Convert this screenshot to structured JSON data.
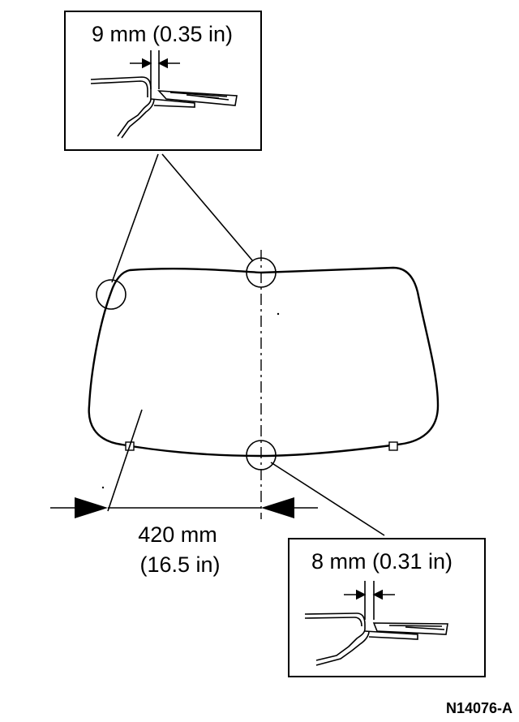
{
  "callout_top": {
    "dimension": "9 mm (0.35 in)"
  },
  "callout_bottom": {
    "dimension": "8 mm (0.31 in)"
  },
  "main_dimension": {
    "metric": "420 mm",
    "imperial": "(16.5 in)"
  },
  "figure_ref": "N14076-A"
}
